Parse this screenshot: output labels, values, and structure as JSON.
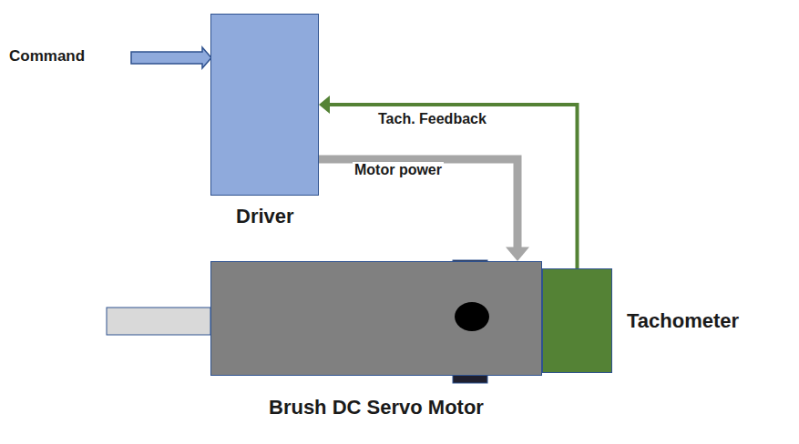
{
  "diagram": {
    "nodes": [
      {
        "text": [
          "Driver"
        ]
      },
      {
        "text": [
          "Brush DC Servo Motor"
        ]
      },
      {
        "text": [
          "Tachometer"
        ]
      }
    ],
    "edges": [
      {
        "from": 0,
        "to": 1,
        "label": "Motor power",
        "arrow": "to"
      },
      {
        "from": 2,
        "to": 0,
        "label": "Tach. Feedback",
        "arrow": "to"
      }
    ],
    "labels": [
      "Command"
    ]
  }
}
